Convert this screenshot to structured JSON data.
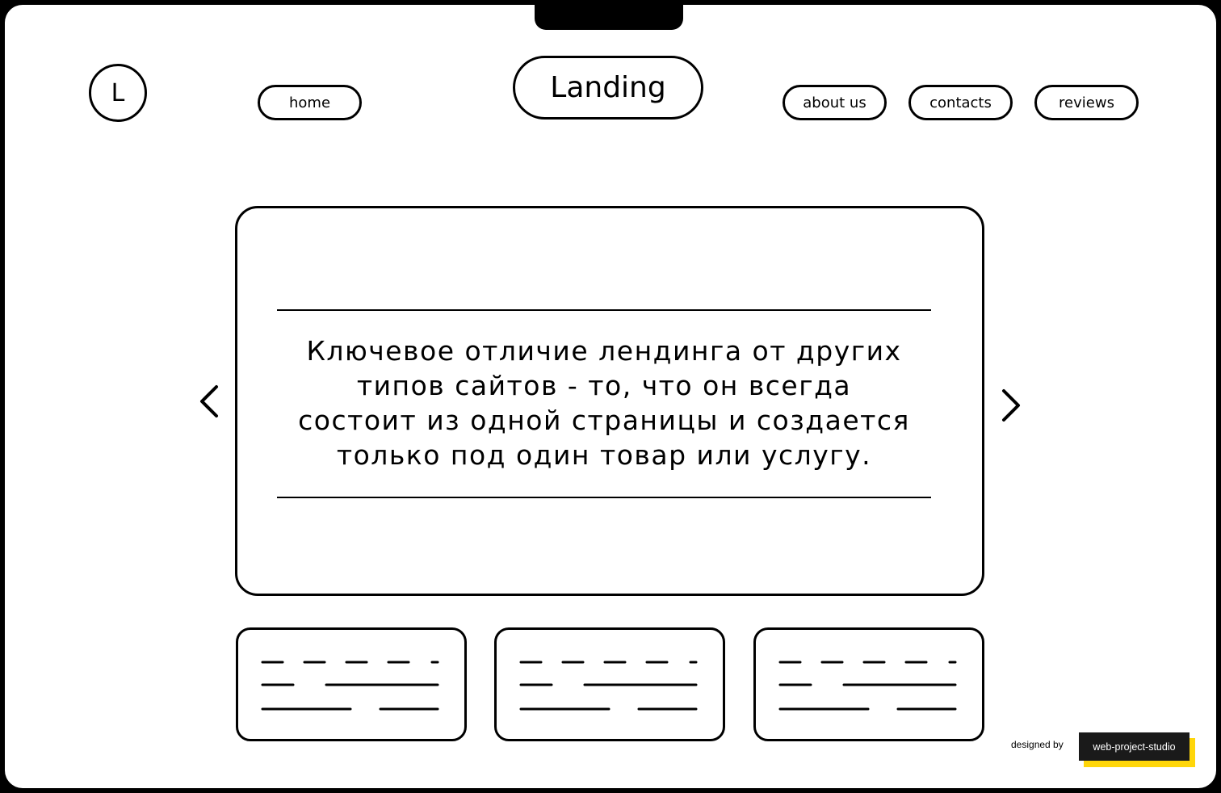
{
  "header": {
    "logo_letter": "L",
    "title": "Landing",
    "nav": {
      "home": "home",
      "about": "about us",
      "contacts": "contacts",
      "reviews": "reviews"
    }
  },
  "slider": {
    "text": "Ключевое отличие лендинга от других\nтипов  сайтов - то, что он всегда\nсостоит из одной страницы и создается\nтолько под один товар или услугу.",
    "prev_icon": "chevron-left-icon",
    "next_icon": "chevron-right-icon"
  },
  "cards": [
    {
      "name": "placeholder-card-1"
    },
    {
      "name": "placeholder-card-2"
    },
    {
      "name": "placeholder-card-3"
    }
  ],
  "footer": {
    "designed_by_label": "designed by",
    "studio_name": "web-project-studio",
    "badge_color": "#1a1a1a",
    "accent_color": "#ffd60a"
  }
}
